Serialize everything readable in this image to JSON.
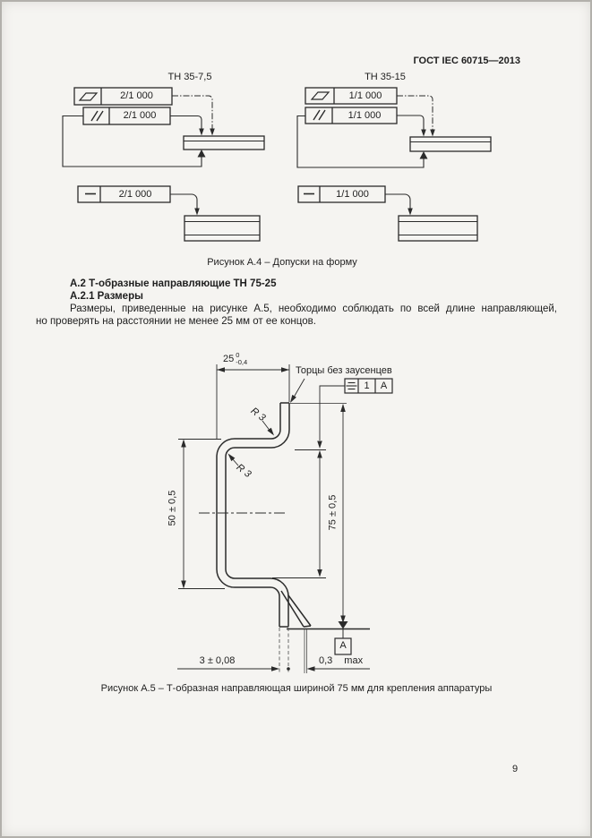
{
  "page": {
    "header_title": "ГОСТ IEC 60715—2013",
    "page_number": "9"
  },
  "figure_a4": {
    "caption": "Рисунок А.4 – Допуски на форму",
    "left_column": {
      "title": "ТН 35-7,5",
      "flatness_value": "2/1 000",
      "parallelism_value": "2/1 000",
      "straightness_value": "2/1 000"
    },
    "right_column": {
      "title": "ТН 35-15",
      "flatness_value": "1/1 000",
      "parallelism_value": "1/1 000",
      "straightness_value": "1/1 000"
    }
  },
  "section_a2": {
    "heading": "А.2 Т-образные направляющие ТН 75-25",
    "subheading": "А.2.1 Размеры",
    "paragraph_line1": "Размеры, приведенные на рисунке А.5, необходимо соблюдать по всей длине направляющей,",
    "paragraph_line2": "но проверять на расстоянии не менее 25 мм от ее концов."
  },
  "figure_a5": {
    "caption": "Рисунок А.5 – Т-образная направляющая шириной 75 мм для крепления аппаратуры",
    "note_no_burrs": "Торцы без заусенцев",
    "tolerance_frame": {
      "tolerance_value": "1",
      "datum_reference": "A"
    },
    "datum_label": "A",
    "dimensions": {
      "top_width": "25",
      "top_width_tol_upper": "0",
      "top_width_tol_lower": "-0,4",
      "radius_upper": "R 3",
      "radius_lower": "R 3",
      "height_opening": "50 ± 0,5",
      "height_overall": "75 ± 0,5",
      "material_thickness": "3 ± 0,08",
      "tip_gap": "0,3",
      "tip_gap_qualifier": "max"
    }
  }
}
